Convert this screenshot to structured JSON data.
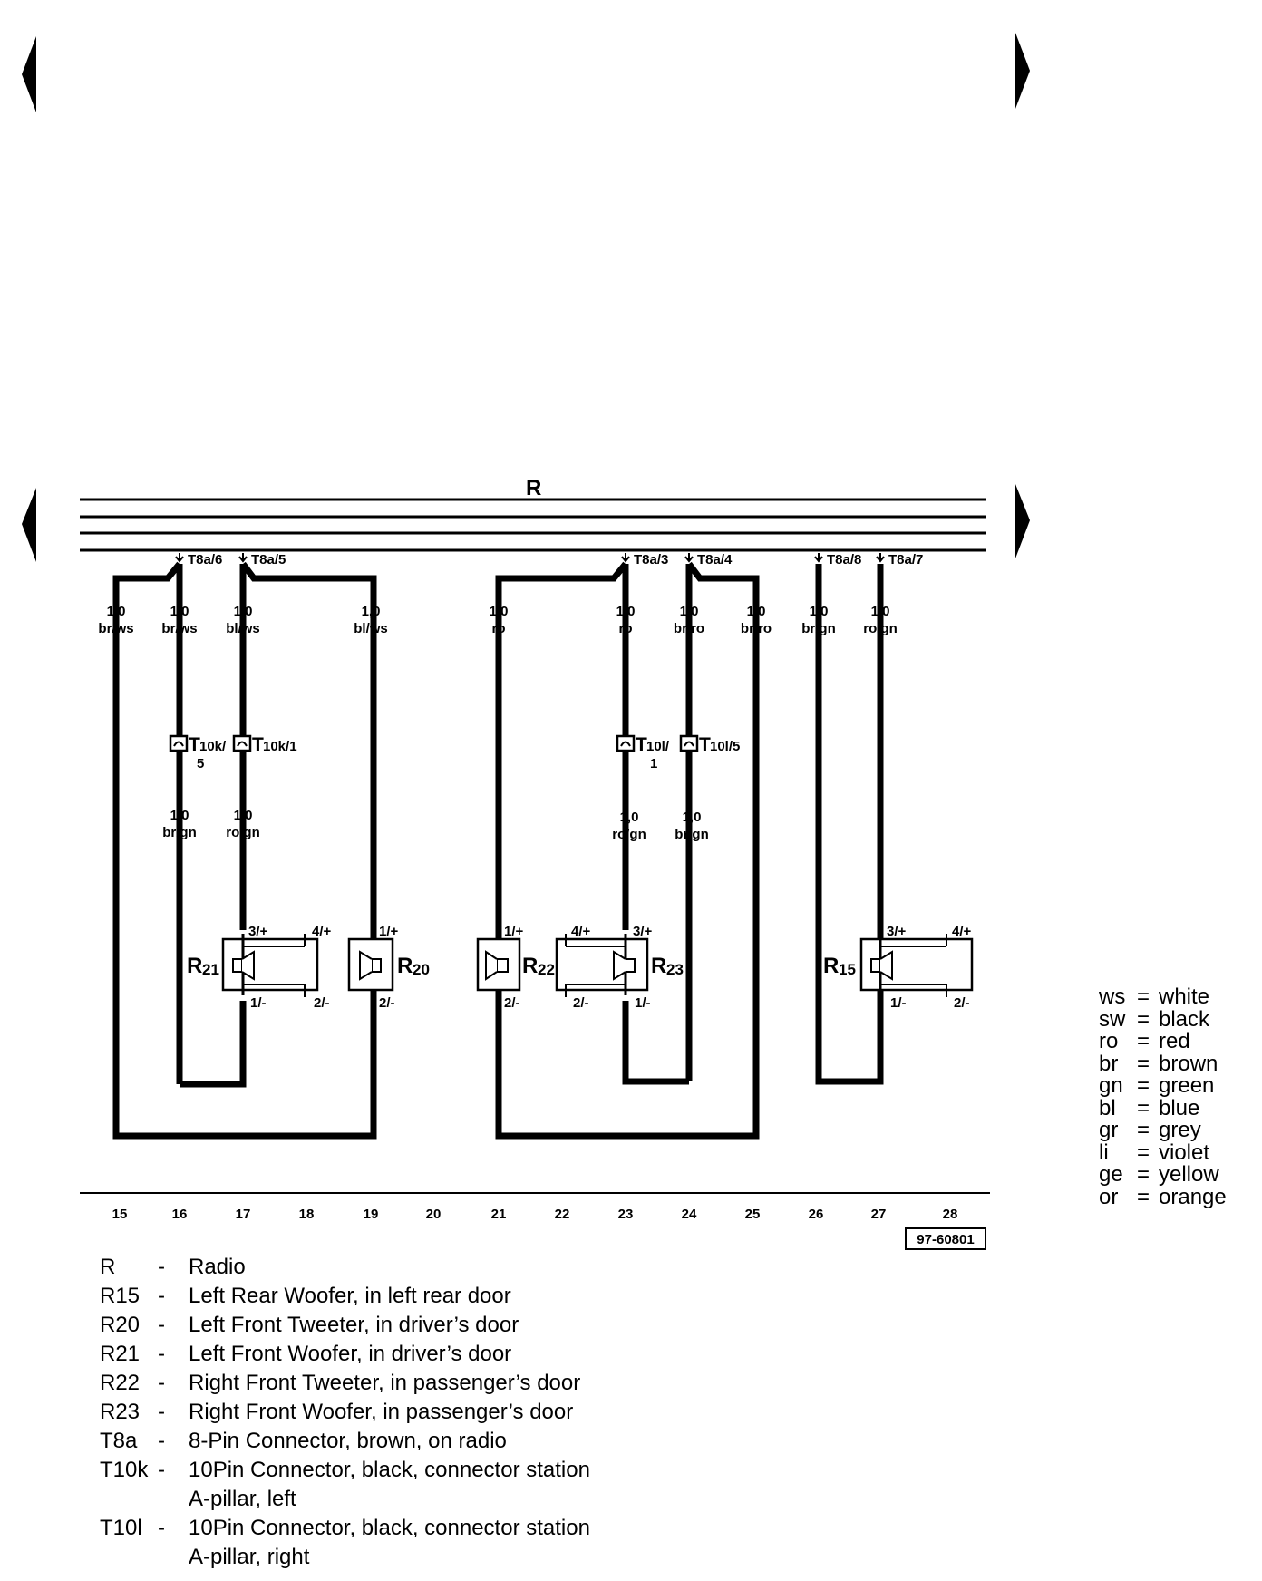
{
  "diagram_title": "R",
  "reference_code": "97-60801",
  "connector_tags": [
    "T8a/6",
    "T8a/5",
    "T8a/3",
    "T8a/4",
    "T8a/8",
    "T8a/7"
  ],
  "wires_upper": [
    {
      "size": "1,0",
      "color": "br/ws"
    },
    {
      "size": "1,0",
      "color": "br/ws"
    },
    {
      "size": "1,0",
      "color": "bl/ws"
    },
    {
      "size": "1,0",
      "color": "bl/ws"
    },
    {
      "size": "1,0",
      "color": "ro"
    },
    {
      "size": "1,0",
      "color": "ro"
    },
    {
      "size": "1,0",
      "color": "br/ro"
    },
    {
      "size": "1,0",
      "color": "br/ro"
    },
    {
      "size": "1,0",
      "color": "br/gn"
    },
    {
      "size": "1,0",
      "color": "ro/gn"
    }
  ],
  "wires_lower": [
    {
      "size": "1,0",
      "color": "br/gn"
    },
    {
      "size": "1,0",
      "color": "ro/gn"
    },
    {
      "size": "1,0",
      "color": "ro/gn"
    },
    {
      "size": "1,0",
      "color": "br/gn"
    }
  ],
  "inline_connectors": [
    {
      "label": "T",
      "sub": "10k/",
      "extra": "5"
    },
    {
      "label": "T",
      "sub": "10k/1",
      "extra": ""
    },
    {
      "label": "T",
      "sub": "10l/",
      "extra": "1"
    },
    {
      "label": "T",
      "sub": "10l/5",
      "extra": ""
    }
  ],
  "components": [
    {
      "letter": "R",
      "sub": "21"
    },
    {
      "letter": "R",
      "sub": "20"
    },
    {
      "letter": "R",
      "sub": "22"
    },
    {
      "letter": "R",
      "sub": "23"
    },
    {
      "letter": "R",
      "sub": "15"
    }
  ],
  "pins": {
    "r21_top_a": "3/+",
    "r21_top_b": "4/+",
    "r21_bot_a": "1/-",
    "r21_bot_b": "2/-",
    "r20_top": "1/+",
    "r20_bot": "2/-",
    "r22_top": "1/+",
    "r22_bot": "2/-",
    "r23_top_a": "4/+",
    "r23_top_b": "3/+",
    "r23_bot_a": "2/-",
    "r23_bot_b": "1/-",
    "r15_top_a": "3/+",
    "r15_top_b": "4/+",
    "r15_bot_a": "1/-",
    "r15_bot_b": "2/-"
  },
  "track_numbers": [
    "15",
    "16",
    "17",
    "18",
    "19",
    "20",
    "21",
    "22",
    "23",
    "24",
    "25",
    "26",
    "27",
    "28"
  ],
  "legend": [
    {
      "code": "R",
      "desc": "Radio"
    },
    {
      "code": "R15",
      "desc": "Left Rear Woofer, in left rear door"
    },
    {
      "code": "R20",
      "desc": "Left Front Tweeter, in driver’s door"
    },
    {
      "code": "R21",
      "desc": "Left Front Woofer, in driver’s door"
    },
    {
      "code": "R22",
      "desc": "Right Front Tweeter, in passenger’s door"
    },
    {
      "code": "R23",
      "desc": "Right Front Woofer, in passenger’s door"
    },
    {
      "code": "T8a",
      "desc": "8-Pin Connector, brown, on radio"
    },
    {
      "code": "T10k",
      "desc": "10Pin Connector, black, connector station\nA-pillar, left"
    },
    {
      "code": "T10l",
      "desc": "10Pin Connector, black, connector station\nA-pillar, right"
    }
  ],
  "legend_dash": "-",
  "color_codes": [
    {
      "abbr": "ws",
      "name": "white"
    },
    {
      "abbr": "sw",
      "name": "black"
    },
    {
      "abbr": "ro",
      "name": "red"
    },
    {
      "abbr": "br",
      "name": "brown"
    },
    {
      "abbr": "gn",
      "name": "green"
    },
    {
      "abbr": "bl",
      "name": "blue"
    },
    {
      "abbr": "gr",
      "name": "grey"
    },
    {
      "abbr": "li",
      "name": "violet"
    },
    {
      "abbr": "ge",
      "name": "yellow"
    },
    {
      "abbr": "or",
      "name": "orange"
    }
  ],
  "color_eq": "="
}
